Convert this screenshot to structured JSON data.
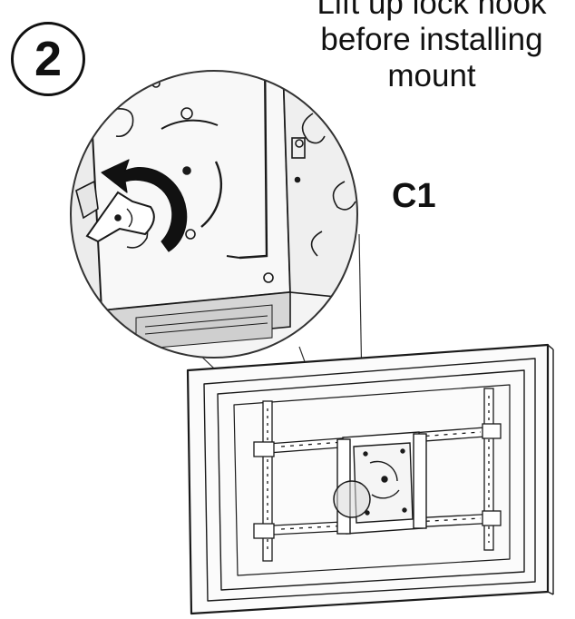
{
  "step": {
    "number": "2"
  },
  "instruction": {
    "lines": [
      "Lift up lock hook",
      "before installing",
      "mount"
    ]
  },
  "part_label": "C1",
  "colors": {
    "line": "#1a1a1a",
    "fill_light": "#f3f3f3",
    "fill_mid": "#e4e4e4",
    "arrow": "#111111"
  },
  "icons": {
    "rotation_arrow": "curved-arrow-icon"
  }
}
